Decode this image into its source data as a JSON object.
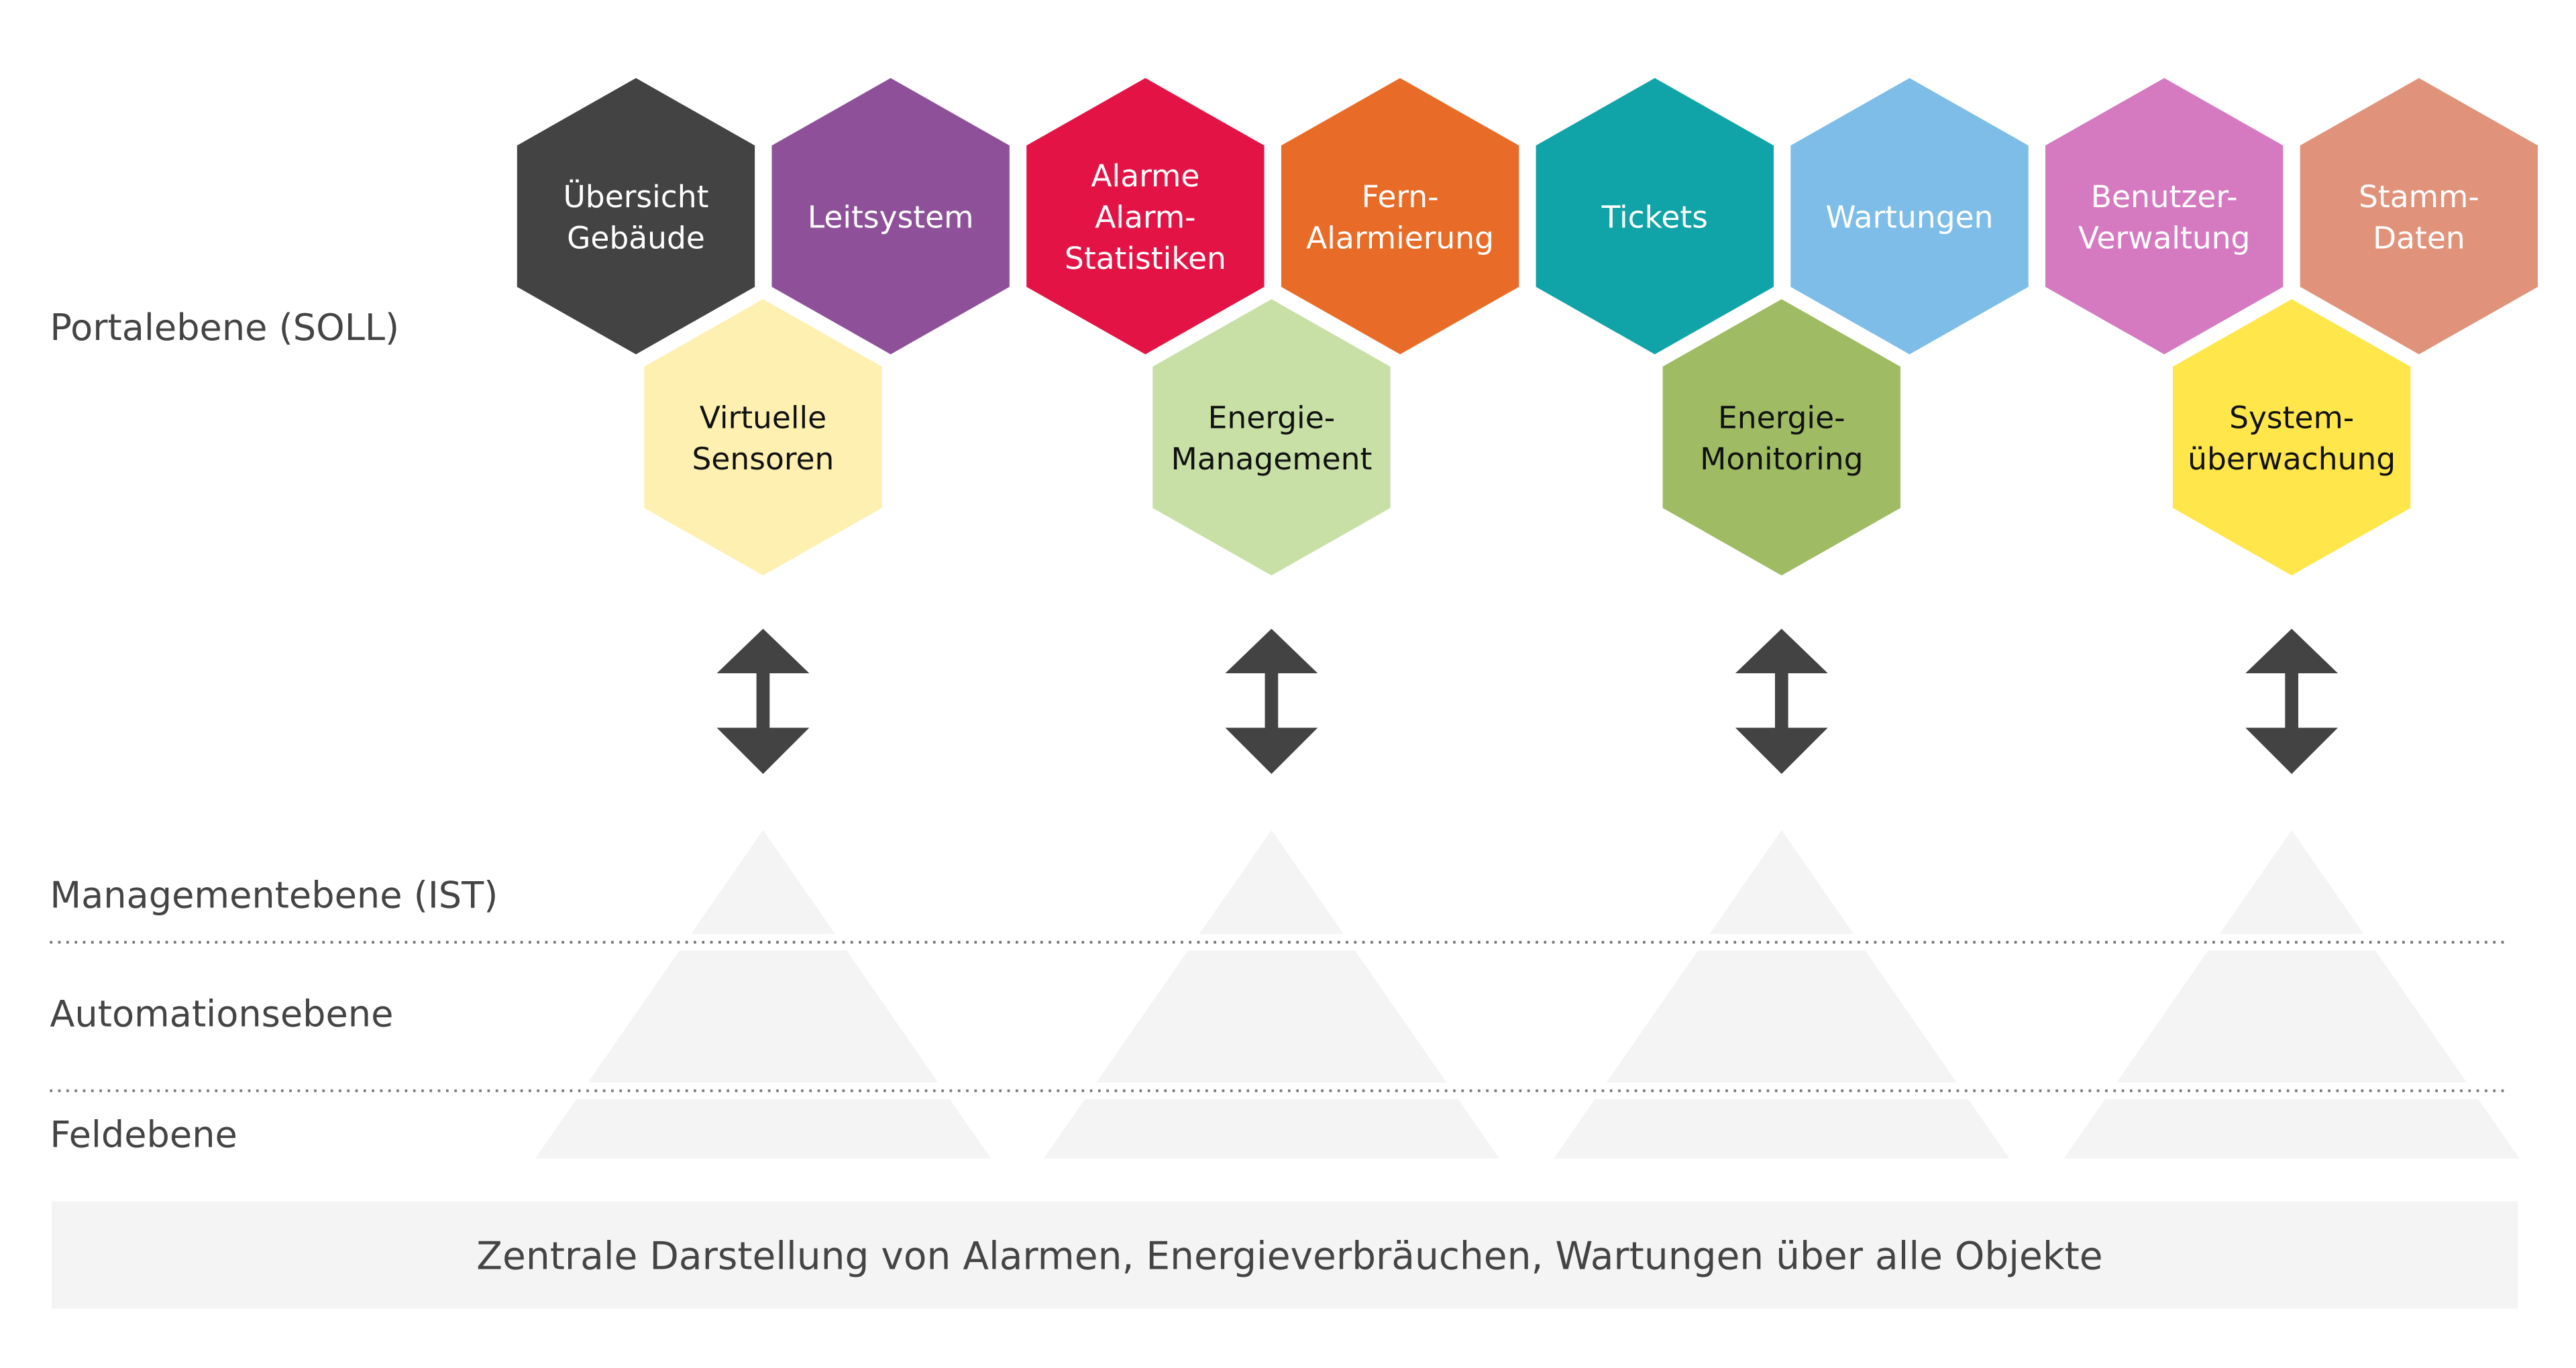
{
  "levels": {
    "portal": "Portalebene (SOLL)",
    "management": "Managementebene (IST)",
    "automation": "Automationsebene",
    "field": "Feldebene"
  },
  "modules_top": [
    {
      "lines": [
        "Übersicht",
        "Gebäude"
      ],
      "color": "#434343",
      "text_color": "#ffffff"
    },
    {
      "lines": [
        "Leitsystem"
      ],
      "color": "#8e5199",
      "text_color": "#ffffff"
    },
    {
      "lines": [
        "Alarme",
        "Alarm-",
        "Statistiken"
      ],
      "color": "#e31445",
      "text_color": "#ffffff"
    },
    {
      "lines": [
        "Fern-",
        "Alarmierung"
      ],
      "color": "#e86c27",
      "text_color": "#ffffff"
    },
    {
      "lines": [
        "Tickets"
      ],
      "color": "#10a3a8",
      "text_color": "#ffffff"
    },
    {
      "lines": [
        "Wartungen"
      ],
      "color": "#7dbde8",
      "text_color": "#ffffff"
    },
    {
      "lines": [
        "Benutzer-",
        "Verwaltung"
      ],
      "color": "#d57ac1",
      "text_color": "#ffffff"
    },
    {
      "lines": [
        "Stamm-",
        "Daten"
      ],
      "color": "#e0937a",
      "text_color": "#ffffff"
    }
  ],
  "modules_bottom": [
    {
      "lines": [
        "Virtuelle",
        "Sensoren"
      ],
      "color": "#fdf0b0",
      "text_color": "#111111"
    },
    {
      "lines": [
        "Energie-",
        "Management"
      ],
      "color": "#c8e0a6",
      "text_color": "#111111"
    },
    {
      "lines": [
        "Energie-",
        "Monitoring"
      ],
      "color": "#9fbb64",
      "text_color": "#111111"
    },
    {
      "lines": [
        "System-",
        "überwachung"
      ],
      "color": "#ffe64a",
      "text_color": "#111111"
    }
  ],
  "footer": {
    "text": "Zentrale Darstellung von Alarmen, Energieverbräuchen, Wartungen über alle Objekte"
  },
  "colors": {
    "arrow": "#434343",
    "pyramid": "#f4f4f4",
    "text": "#444444"
  }
}
